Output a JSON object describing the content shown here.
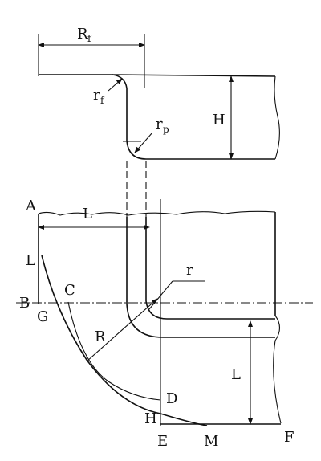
{
  "labels": {
    "Rf": "R",
    "Rf_sub": "f",
    "rf": "r",
    "rf_sub": "f",
    "rp": "r",
    "rp_sub": "p",
    "H_top": "H",
    "A": "A",
    "L_top": "L",
    "L_left": "L",
    "B": "B",
    "C": "C",
    "G": "G",
    "r": "r",
    "R": "R",
    "L_right": "L",
    "D": "D",
    "H_bottom": "H",
    "E": "E",
    "M": "M",
    "F": "F"
  }
}
